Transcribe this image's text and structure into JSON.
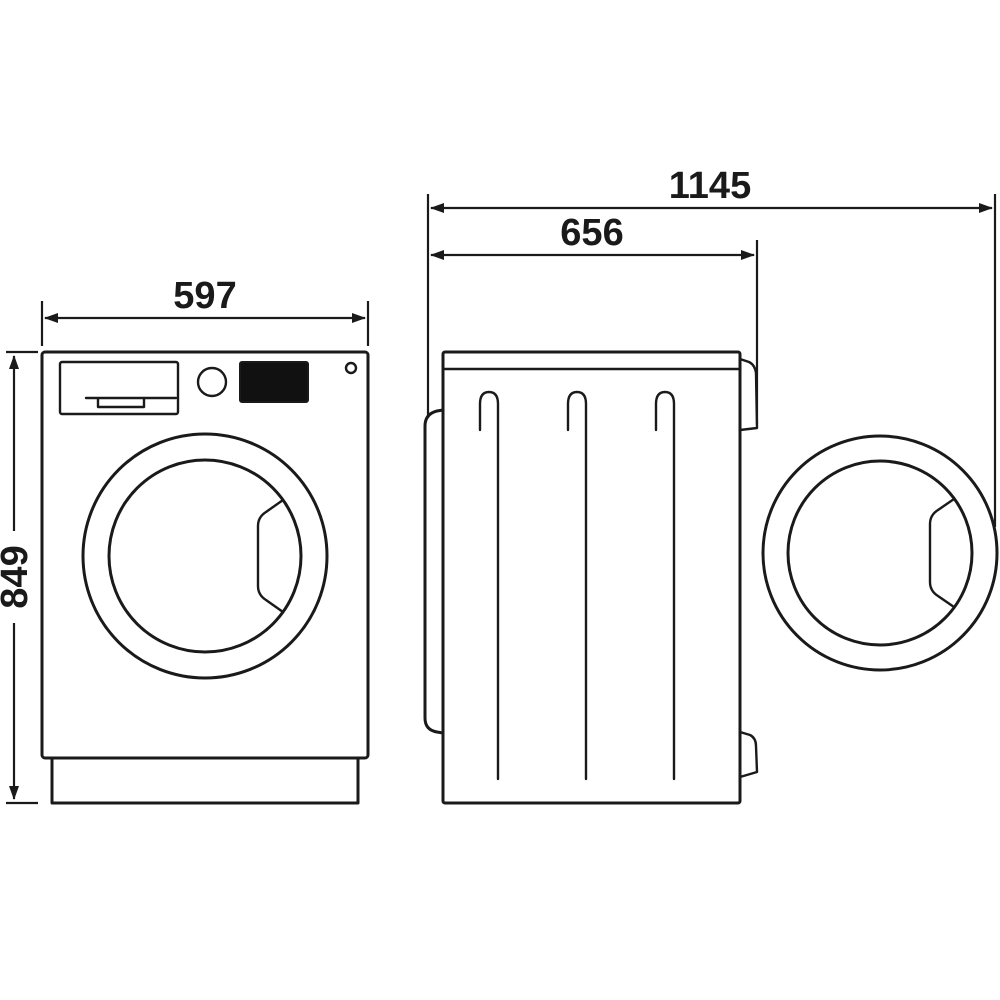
{
  "dimensions": {
    "front_width": "597",
    "front_height": "849",
    "side_depth": "656",
    "side_depth_door_open": "1145"
  },
  "colors": {
    "line": "#1a1a1a",
    "background": "#ffffff",
    "display_fill": "#111111"
  }
}
